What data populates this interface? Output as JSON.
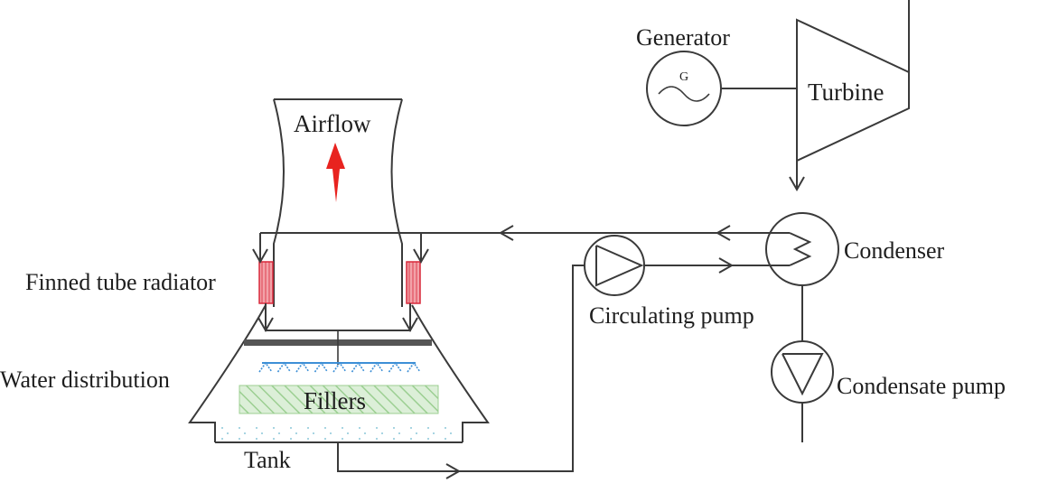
{
  "labels": {
    "generator": "Generator",
    "generator_symbol": "G",
    "turbine": "Turbine",
    "airflow": "Airflow",
    "condenser": "Condenser",
    "finned_tube_radiator": "Finned tube radiator",
    "circulating_pump": "Circulating pump",
    "water_distribution": "Water distribution",
    "fillers": "Fillers",
    "condensate_pump": "Condensate pump",
    "tank": "Tank"
  },
  "colors": {
    "line": "#3a3a3a",
    "airflow_arrow": "#e8231f",
    "radiator_fill": "#f2a2a8",
    "radiator_stroke": "#d8283a",
    "fillers_fill": "#dcefd8",
    "fillers_hatch": "#9ccf92",
    "spray": "#3d8fd6",
    "distribution_plate": "#555555",
    "tank_water_dots": "#8cc8d8"
  }
}
